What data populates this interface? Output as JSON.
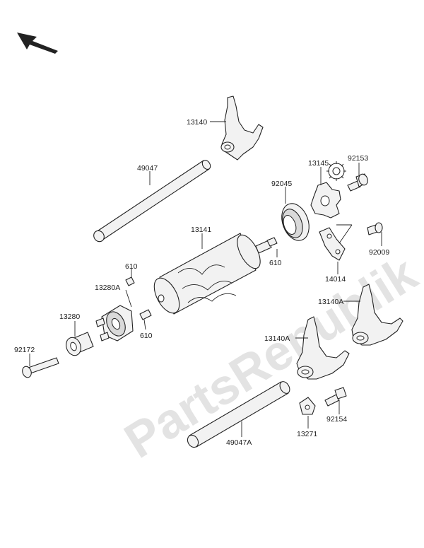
{
  "watermark": "PartsRepublik",
  "parts": [
    {
      "key": "p13140",
      "label": "13140"
    },
    {
      "key": "p49047",
      "label": "49047"
    },
    {
      "key": "p13145",
      "label": "13145"
    },
    {
      "key": "p92153",
      "label": "92153"
    },
    {
      "key": "p92045",
      "label": "92045"
    },
    {
      "key": "p13141",
      "label": "13141"
    },
    {
      "key": "p610a",
      "label": "610"
    },
    {
      "key": "p610b",
      "label": "610"
    },
    {
      "key": "p610c",
      "label": "610"
    },
    {
      "key": "p13280A",
      "label": "13280A"
    },
    {
      "key": "p13280",
      "label": "13280"
    },
    {
      "key": "p92172",
      "label": "92172"
    },
    {
      "key": "p92009",
      "label": "92009"
    },
    {
      "key": "p14014",
      "label": "14014"
    },
    {
      "key": "p13140A_1",
      "label": "13140A"
    },
    {
      "key": "p13140A_2",
      "label": "13140A"
    },
    {
      "key": "p92154",
      "label": "92154"
    },
    {
      "key": "p13271",
      "label": "13271"
    },
    {
      "key": "p49047A",
      "label": "49047A"
    }
  ]
}
